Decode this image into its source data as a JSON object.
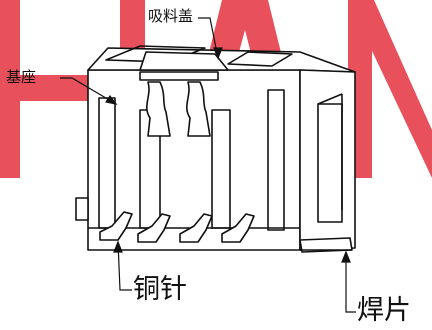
{
  "watermark": {
    "text": "HAN",
    "color": "#e8505b"
  },
  "labels": {
    "suction_cap": "吸料盖",
    "base": "基座",
    "copper_pin": "铜针",
    "solder_tab": "焊片"
  }
}
